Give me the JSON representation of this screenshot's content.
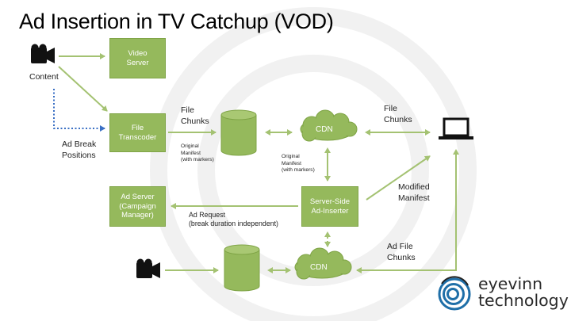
{
  "title": "Ad Insertion in TV Catchup (VOD)",
  "colors": {
    "box_fill": "#95b95c",
    "box_border": "#7fa446",
    "arrow": "#a4c272",
    "dotted": "#3a6fc4"
  },
  "nodes": {
    "content_label": "Content",
    "video_server": "Video\nServer",
    "file_transcoder": "File\nTranscoder",
    "cdn_top": "CDN",
    "cdn_bottom": "CDN",
    "ad_server": "Ad Server\n(Campaign\nManager)",
    "ssai": "Server-Side\nAd-Inserter"
  },
  "labels": {
    "ad_break_positions": "Ad Break\nPositions",
    "file_chunks_left": "File\nChunks",
    "file_chunks_right": "File\nChunks",
    "original_manifest_1": "Original\nManifest\n(with markers)",
    "original_manifest_2": "Original\nManifest\n(with markers)",
    "modified_manifest": "Modified\nManifest",
    "ad_request": "Ad Request\n(break duration independent)",
    "ad_file_chunks": "Ad File\nChunks"
  },
  "icons": {
    "camera_top": "video-camera-icon",
    "camera_bottom": "video-camera-icon",
    "laptop": "laptop-icon",
    "storage_top": "database-cylinder-icon",
    "storage_bottom": "database-cylinder-icon",
    "logo": "eyevinn-logo-icon"
  },
  "brand": "eyevinn\ntechnology"
}
